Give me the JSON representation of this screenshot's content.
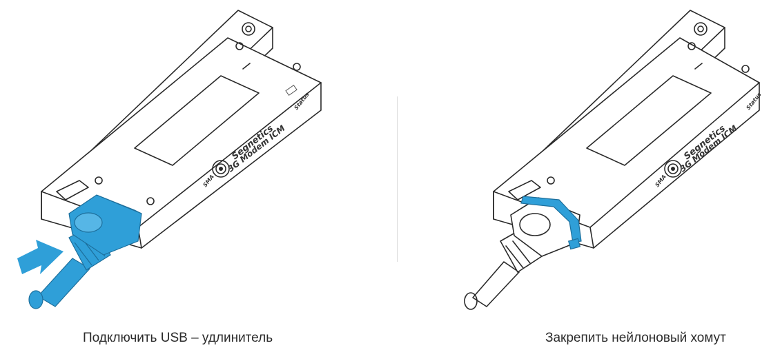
{
  "colors": {
    "accent": "#2f9fd8",
    "stroke": "#2a2a2a",
    "background": "#ffffff"
  },
  "left": {
    "caption": "Подключить USB – удлинитель",
    "device": {
      "brand": "Segnetics",
      "model": "3G Modem ICM",
      "port_label": "SMA",
      "led_label": "Status"
    }
  },
  "right": {
    "caption": "Закрепить нейлоновый хомут",
    "device": {
      "brand": "Segnetics",
      "model": "3G Modem ICM",
      "port_label": "SMA",
      "led_label": "Status"
    }
  }
}
